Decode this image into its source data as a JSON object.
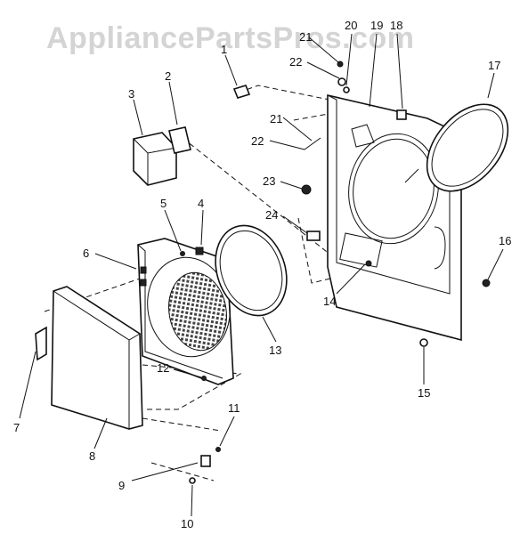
{
  "watermark": "AppliancePartsPros.com",
  "callouts": [
    "1",
    "2",
    "3",
    "4",
    "5",
    "6",
    "7",
    "8",
    "9",
    "10",
    "11",
    "12",
    "13",
    "14",
    "15",
    "16",
    "17",
    "18",
    "19",
    "20",
    "21",
    "22",
    "22",
    "23",
    "24"
  ]
}
